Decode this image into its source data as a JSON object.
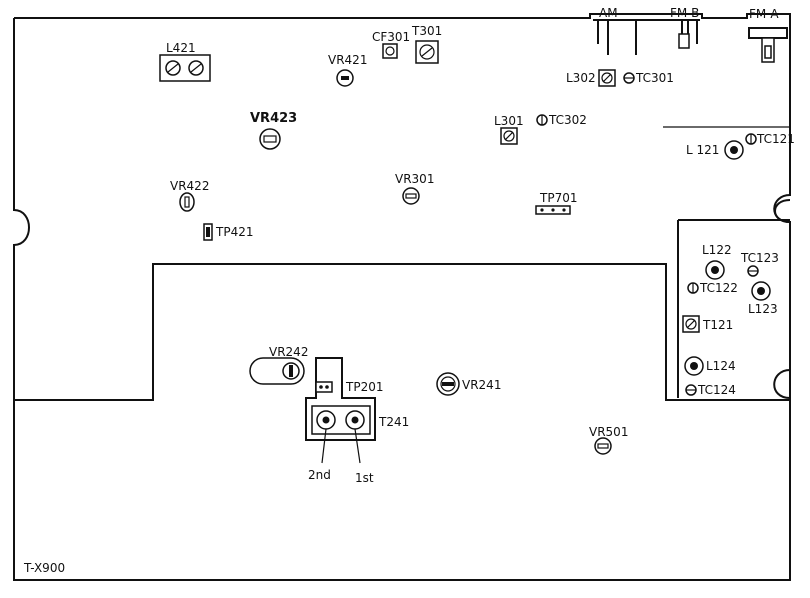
{
  "model": "T-X900",
  "connectors": {
    "am": "AM",
    "fmb": "FM-B",
    "fma": "FM-A"
  },
  "parts": {
    "l421": "L421",
    "vr421": "VR421",
    "cf301": "CF301",
    "t301": "T301",
    "l302": "L302",
    "tc301": "TC301",
    "vr423": "VR423",
    "l301": "L301",
    "tc302": "TC302",
    "tc121": "TC121",
    "l121": "L 121",
    "vr422": "VR422",
    "vr301": "VR301",
    "tp701": "TP701",
    "tp421": "TP421",
    "l122": "L122",
    "tc123": "TC123",
    "tc122": "TC122",
    "l123": "L123",
    "t121": "T121",
    "l124": "L124",
    "tc124": "TC124",
    "vr242": "VR242",
    "tp201": "TP201",
    "vr241": "VR241",
    "t241": "T241",
    "vr501": "VR501"
  },
  "t241_cores": {
    "second": "2nd",
    "first": "1st"
  }
}
